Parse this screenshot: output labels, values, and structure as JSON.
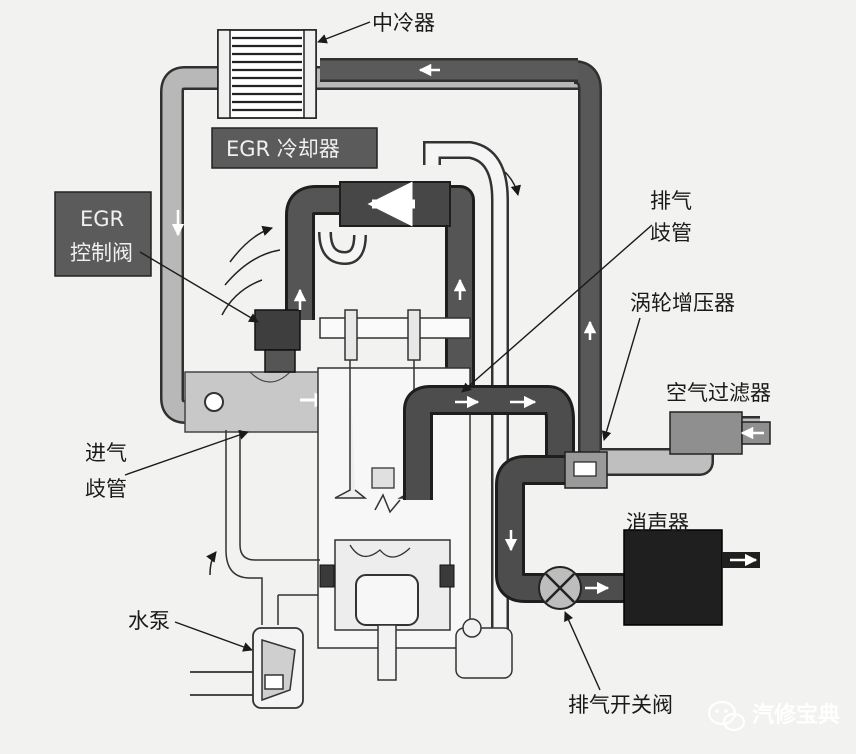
{
  "labels": {
    "intercooler": "中冷器",
    "egr_cooler": "EGR 冷却器",
    "egr_valve_line1": "EGR",
    "egr_valve_line2": "控制阀",
    "exhaust_manifold_line1": "排气",
    "exhaust_manifold_line2": "歧管",
    "turbocharger": "涡轮增压器",
    "air_filter": "空气过滤器",
    "muffler": "消声器",
    "intake_manifold_line1": "进气",
    "intake_manifold_line2": "歧管",
    "water_pump": "水泵",
    "exhaust_valve": "排气开关阀"
  },
  "watermark": {
    "text": "汽修宝典",
    "icon": "wechat-icon"
  },
  "colors": {
    "exhaust_pipe": "#4a4a4a",
    "intake_pipe": "#b5b5b5",
    "background": "#f2f2f0"
  }
}
